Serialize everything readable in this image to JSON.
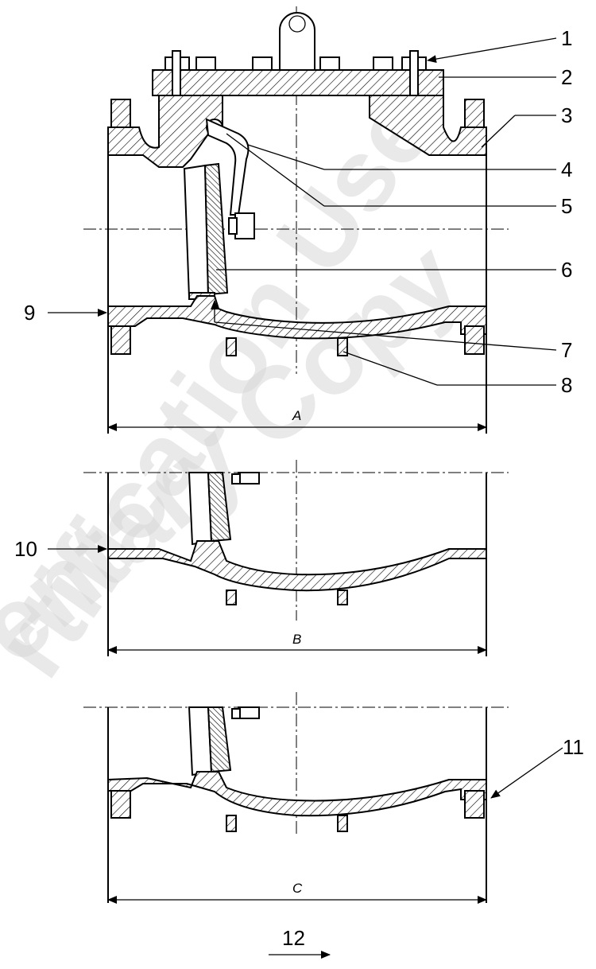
{
  "callouts": {
    "c1": "1",
    "c2": "2",
    "c3": "3",
    "c4": "4",
    "c5": "5",
    "c6": "6",
    "c7": "7",
    "c8": "8",
    "c9": "9",
    "c10": "10",
    "c11": "11",
    "c12": "12"
  },
  "dimensions": {
    "a": "A",
    "b": "B",
    "c": "C"
  },
  "watermark": {
    "line1": "rtification Use",
    "line2": "entary Copy"
  },
  "colors": {
    "stroke": "#000000",
    "watermark": "#d8d8d8",
    "background": "#ffffff"
  }
}
